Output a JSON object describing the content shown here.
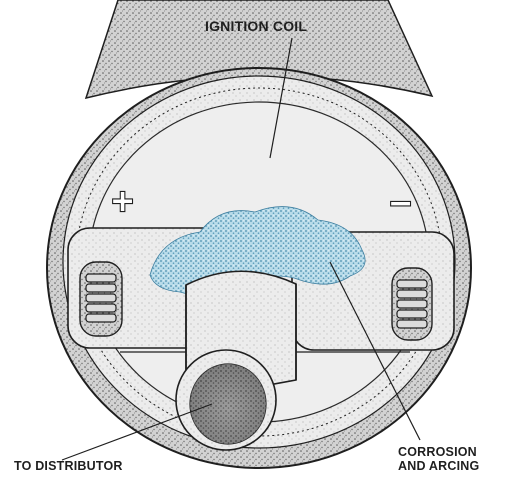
{
  "labels": {
    "ignition_coil": "IGNITION COIL",
    "to_distributor": "TO DISTRIBUTOR",
    "corrosion_line1": "CORROSION",
    "corrosion_line2": "AND ARCING",
    "positive_terminal": "+",
    "negative_terminal": "−"
  },
  "colors": {
    "ink": "#1f1f1f",
    "coil_body": "#cfcfcf",
    "cap_face": "#e8e8e8",
    "corrosion": "#9cc8de"
  },
  "icons": [
    "coil-body",
    "terminal-post-positive",
    "terminal-post-negative",
    "distributor-tower",
    "corrosion-deposit"
  ]
}
